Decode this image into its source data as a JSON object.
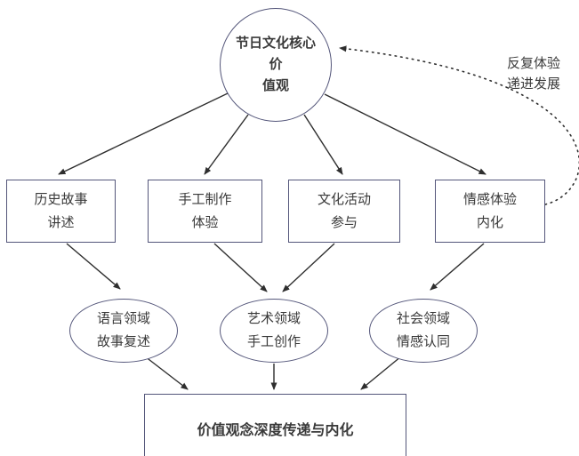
{
  "diagram": {
    "root": {
      "line1": "节日文化核心价",
      "line2": "值观"
    },
    "methods": [
      {
        "line1": "历史故事",
        "line2": "讲述"
      },
      {
        "line1": "手工制作",
        "line2": "体验"
      },
      {
        "line1": "文化活动",
        "line2": "参与"
      },
      {
        "line1": "情感体验",
        "line2": "内化"
      }
    ],
    "domains": [
      {
        "line1": "语言领域",
        "line2": "故事复述"
      },
      {
        "line1": "艺术领域",
        "line2": "手工创作"
      },
      {
        "line1": "社会领域",
        "line2": "情感认同"
      }
    ],
    "outcome": {
      "label": "价值观念深度传递与内化"
    },
    "feedback": {
      "line1": "反复体验",
      "line2": "递进发展"
    },
    "colors": {
      "shape_border": "#54567a",
      "text": "#3a3a3a",
      "arrow": "#2e2e2e",
      "background": "#ffffff"
    }
  }
}
